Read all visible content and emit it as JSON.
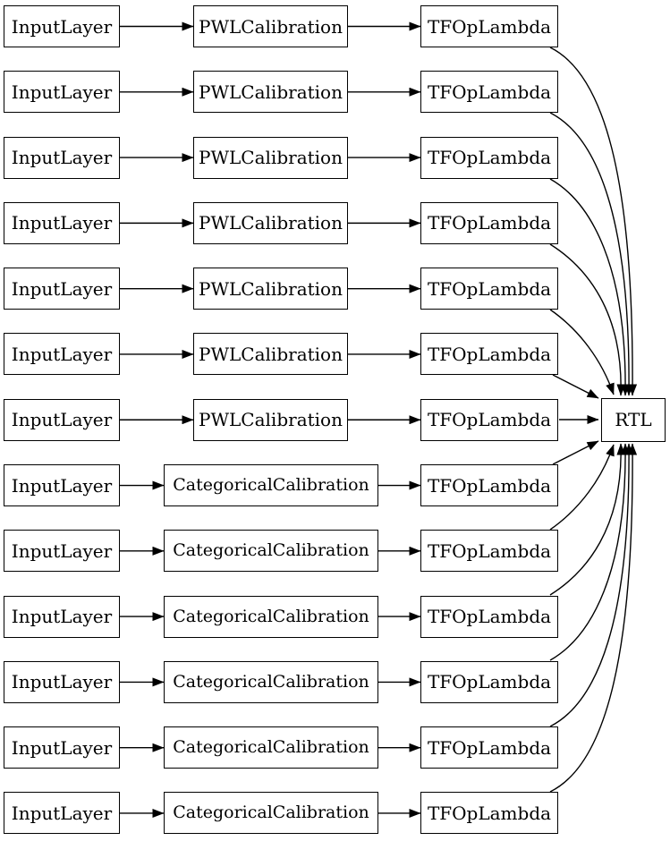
{
  "diagram": {
    "kind": "keras-model-graph",
    "rows": [
      {
        "nodes": [
          "InputLayer",
          "PWLCalibration",
          "TFOpLambda"
        ]
      },
      {
        "nodes": [
          "InputLayer",
          "PWLCalibration",
          "TFOpLambda"
        ]
      },
      {
        "nodes": [
          "InputLayer",
          "PWLCalibration",
          "TFOpLambda"
        ]
      },
      {
        "nodes": [
          "InputLayer",
          "PWLCalibration",
          "TFOpLambda"
        ]
      },
      {
        "nodes": [
          "InputLayer",
          "PWLCalibration",
          "TFOpLambda"
        ]
      },
      {
        "nodes": [
          "InputLayer",
          "PWLCalibration",
          "TFOpLambda"
        ]
      },
      {
        "nodes": [
          "InputLayer",
          "PWLCalibration",
          "TFOpLambda"
        ]
      },
      {
        "nodes": [
          "InputLayer",
          "CategoricalCalibration",
          "TFOpLambda"
        ]
      },
      {
        "nodes": [
          "InputLayer",
          "CategoricalCalibration",
          "TFOpLambda"
        ]
      },
      {
        "nodes": [
          "InputLayer",
          "CategoricalCalibration",
          "TFOpLambda"
        ]
      },
      {
        "nodes": [
          "InputLayer",
          "CategoricalCalibration",
          "TFOpLambda"
        ]
      },
      {
        "nodes": [
          "InputLayer",
          "CategoricalCalibration",
          "TFOpLambda"
        ]
      },
      {
        "nodes": [
          "InputLayer",
          "CategoricalCalibration",
          "TFOpLambda"
        ]
      }
    ],
    "output_node": "RTL",
    "colors": {
      "background": "#ffffff",
      "node_border": "#000000",
      "edge": "#000000",
      "text": "#000000"
    }
  }
}
